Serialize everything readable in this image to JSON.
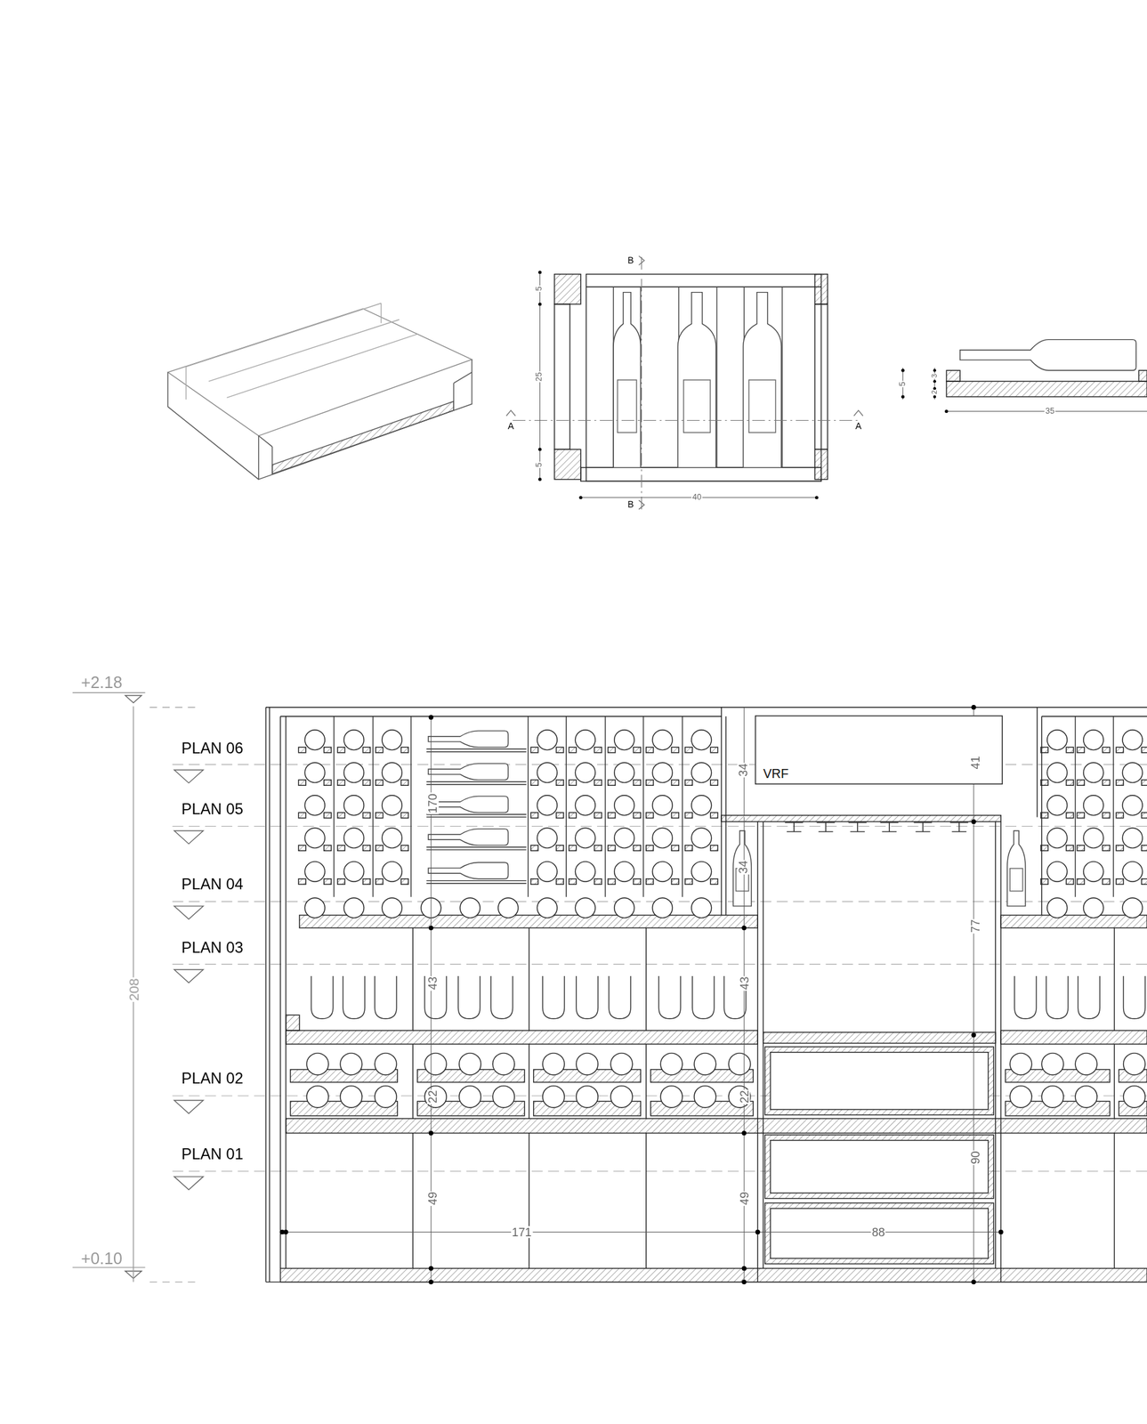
{
  "diagram": {
    "nodes": [
      {
        "text": [
          "VRF"
        ]
      }
    ],
    "labels": [
      "B",
      "B",
      "A",
      "A",
      "5",
      "25",
      "5",
      "40",
      "5",
      "3",
      "2",
      "35",
      "+2.18",
      "208",
      "+0.10",
      "PLAN 06",
      "PLAN 05",
      "PLAN 04",
      "PLAN 03",
      "PLAN 02",
      "PLAN 01",
      "34",
      "41",
      "170",
      "34",
      "77",
      "43",
      "43",
      "22",
      "22",
      "49",
      "49",
      "90",
      "171",
      "88"
    ]
  }
}
